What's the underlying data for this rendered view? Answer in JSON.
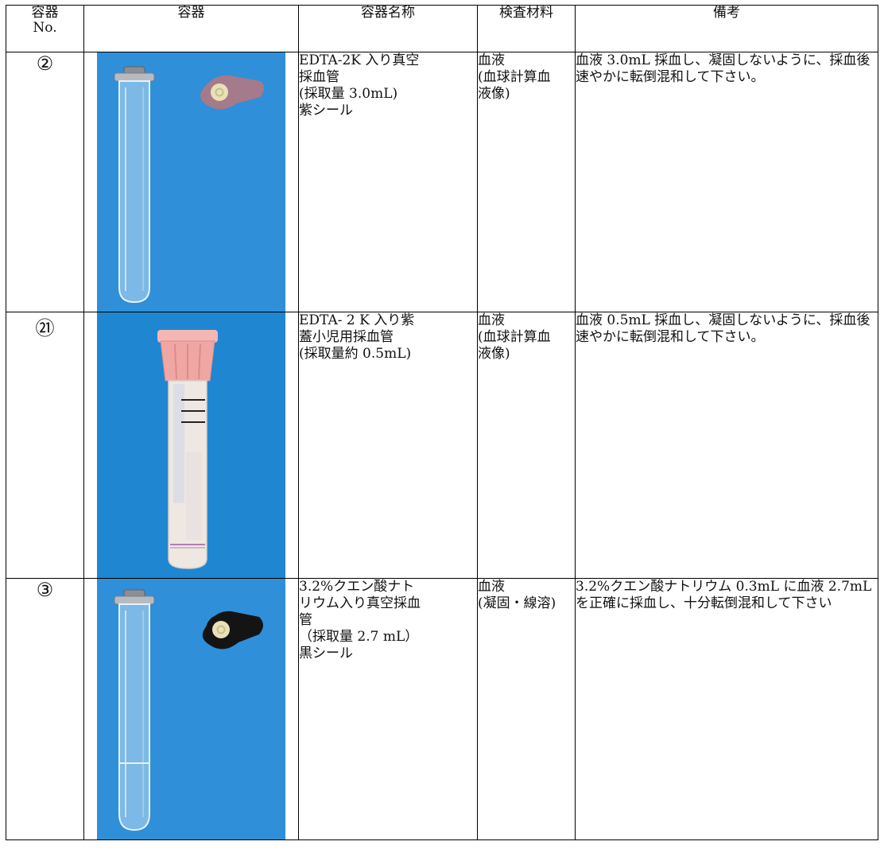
{
  "colors": {
    "photo_bg": "#2f8fd8",
    "purple_cap": "#a57a8a",
    "pink_cap": "#f0a7a4",
    "black_cap": "#141414"
  },
  "table": {
    "headers": [
      [
        "容器",
        "No."
      ],
      [
        "容器"
      ],
      [
        "容器名称"
      ],
      [
        "検査材料"
      ],
      [
        "備考"
      ]
    ],
    "rows": [
      {
        "no": "②",
        "name_lines": [
          "EDTA-2K 入り真空",
          "採血管",
          "(採取量 3.0mL)",
          "紫シール"
        ],
        "material_lines": [
          "血液",
          "(血球計算血",
          "液像)"
        ],
        "note": "血液 3.0mL 採血し、凝固しないように、採血後速やかに転倒混和して下さい。",
        "photo_icon": "vacuum-tube-purple-seal-icon"
      },
      {
        "no": "㉑",
        "name_lines": [
          "EDTA- 2 K 入り紫",
          "蓋小児用採血管",
          "(採取量約 0.5mL)"
        ],
        "material_lines": [
          "血液",
          "(血球計算血",
          "液像)"
        ],
        "note": "血液 0.5mL 採血し、凝固しないように、採血後速やかに転倒混和して下さい。",
        "photo_icon": "microtainer-tube-icon"
      },
      {
        "no": "③",
        "name_lines": [
          "3.2%クエン酸ナト",
          "リウム入り真空採血",
          "管",
          "（採取量 2.7 mL）",
          "黒シール"
        ],
        "material_lines": [
          "血液",
          "(凝固・線溶)"
        ],
        "note": "3.2%クエン酸ナトリウム 0.3mL に血液 2.7mL を正確に採血し、十分転倒混和して下さい",
        "photo_icon": "vacuum-tube-black-seal-icon"
      }
    ]
  }
}
